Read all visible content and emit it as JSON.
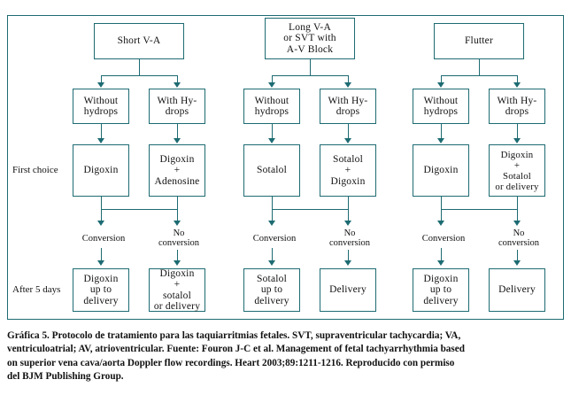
{
  "figure": {
    "row_labels": [
      {
        "id": "first-choice",
        "text": "First choice"
      },
      {
        "id": "after-5-days",
        "text": "After 5 days"
      }
    ],
    "columns": [
      {
        "id": "short-va",
        "root": "Short V-A",
        "branches": [
          {
            "id": "without-hydrops",
            "text": "Without\nhydrops"
          },
          {
            "id": "with-hydrops",
            "text": "With Hy-\ndrops"
          }
        ],
        "first_choice": [
          {
            "id": "digoxin",
            "text": "Digoxin"
          },
          {
            "id": "digoxin-adenosine",
            "text": "Digoxin\n+\nAdenosine"
          }
        ],
        "edge_labels": [
          {
            "id": "conversion",
            "text": "Conversion"
          },
          {
            "id": "no-conversion",
            "text": "No\nconversion"
          }
        ],
        "after_5_days": [
          {
            "id": "digoxin-up-to-delivery",
            "text": "Digoxin\nup to\ndelivery"
          },
          {
            "id": "digoxin-sotalol-or-delivery",
            "text": "Digoxin\n+\nsotalol\nor delivery"
          }
        ]
      },
      {
        "id": "long-va-svt",
        "root": "Long V-A\nor SVT with\nA-V Block",
        "branches": [
          {
            "id": "without-hydrops",
            "text": "Without\nhydrops"
          },
          {
            "id": "with-hydrops",
            "text": "With Hy-\ndrops"
          }
        ],
        "first_choice": [
          {
            "id": "sotalol",
            "text": "Sotalol"
          },
          {
            "id": "sotalol-digoxin",
            "text": "Sotalol\n+\nDigoxin"
          }
        ],
        "edge_labels": [
          {
            "id": "conversion",
            "text": "Conversion"
          },
          {
            "id": "no-conversion",
            "text": "No\nconversion"
          }
        ],
        "after_5_days": [
          {
            "id": "sotalol-up-to-delivery",
            "text": "Sotalol\nup to\ndelivery"
          },
          {
            "id": "delivery",
            "text": "Delivery"
          }
        ]
      },
      {
        "id": "flutter",
        "root": "Flutter",
        "branches": [
          {
            "id": "without-hydrops",
            "text": "Without\nhydrops"
          },
          {
            "id": "with-hydrops",
            "text": "With Hy-\ndrops"
          }
        ],
        "first_choice": [
          {
            "id": "digoxin",
            "text": "Digoxin"
          },
          {
            "id": "digoxin-sotalol-or-delivery",
            "text": "Digoxin\n+\nSotalol\nor delivery"
          }
        ],
        "edge_labels": [
          {
            "id": "conversion",
            "text": "Conversion"
          },
          {
            "id": "no-conversion",
            "text": "No\nconversion"
          }
        ],
        "after_5_days": [
          {
            "id": "digoxin-up-to-delivery",
            "text": "Digoxin\nup to\ndelivery"
          },
          {
            "id": "delivery",
            "text": "Delivery"
          }
        ]
      }
    ]
  },
  "caption": {
    "line1": "Gráfica 5. Protocolo de tratamiento para las taquiarritmias fetales. SVT, supraventricular tachycardia; VA,",
    "line2": "ventriculoatrial; AV, atrioventricular. Fuente: Fouron J-C et al. Management of fetal tachyarrhythmia based",
    "line3": "on superior vena cava/aorta Doppler flow recordings. Heart 2003;89:1211-1216. Reproducido con permiso",
    "line4": "del BJM Publishing Group."
  },
  "colors": {
    "stroke": "#1d6b72",
    "text": "#111111",
    "background": "#ffffff"
  }
}
